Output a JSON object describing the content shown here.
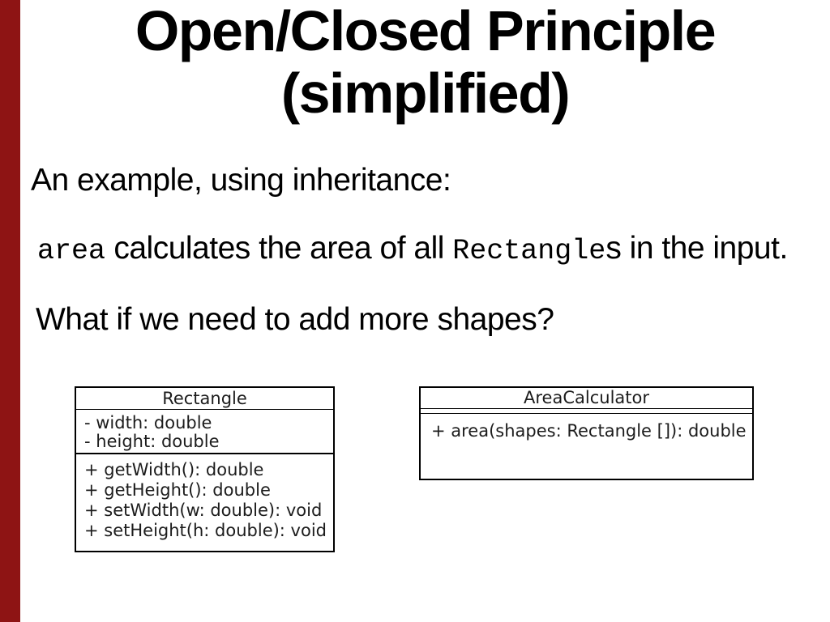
{
  "slide": {
    "accent_bar_color": "#8e1414",
    "title_line1": "Open/Closed Principle",
    "title_line2": "(simplified)",
    "body": {
      "intro": "An example, using inheritance:",
      "area_sentence": {
        "code_area": "area",
        "text_mid": " calculates the area of all ",
        "code_rectangle": "Rectangle",
        "text_end": "s in the input."
      },
      "question": "What if we need to add more shapes?"
    },
    "uml": {
      "rectangle": {
        "name": "Rectangle",
        "attributes": [
          "- width: double",
          "- height: double"
        ],
        "methods": [
          "+ getWidth(): double",
          "+ getHeight(): double",
          "+ setWidth(w: double): void",
          "+ setHeight(h: double): void"
        ]
      },
      "area_calculator": {
        "name": "AreaCalculator",
        "attributes": [],
        "methods": [
          "+ area(shapes: Rectangle []): double"
        ]
      }
    }
  }
}
